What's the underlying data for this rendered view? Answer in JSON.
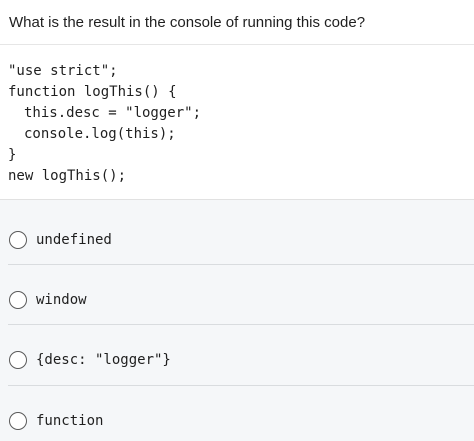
{
  "question": {
    "title": "What is the result in the console of running this code?"
  },
  "code": {
    "lines": [
      "\"use strict\";",
      "function logThis() {",
      "this.desc = \"logger\";",
      "console.log(this);",
      "}",
      "new logThis();"
    ]
  },
  "options": [
    {
      "label": "undefined"
    },
    {
      "label": "window"
    },
    {
      "label": "{desc: \"logger\"}"
    },
    {
      "label": "function"
    }
  ]
}
